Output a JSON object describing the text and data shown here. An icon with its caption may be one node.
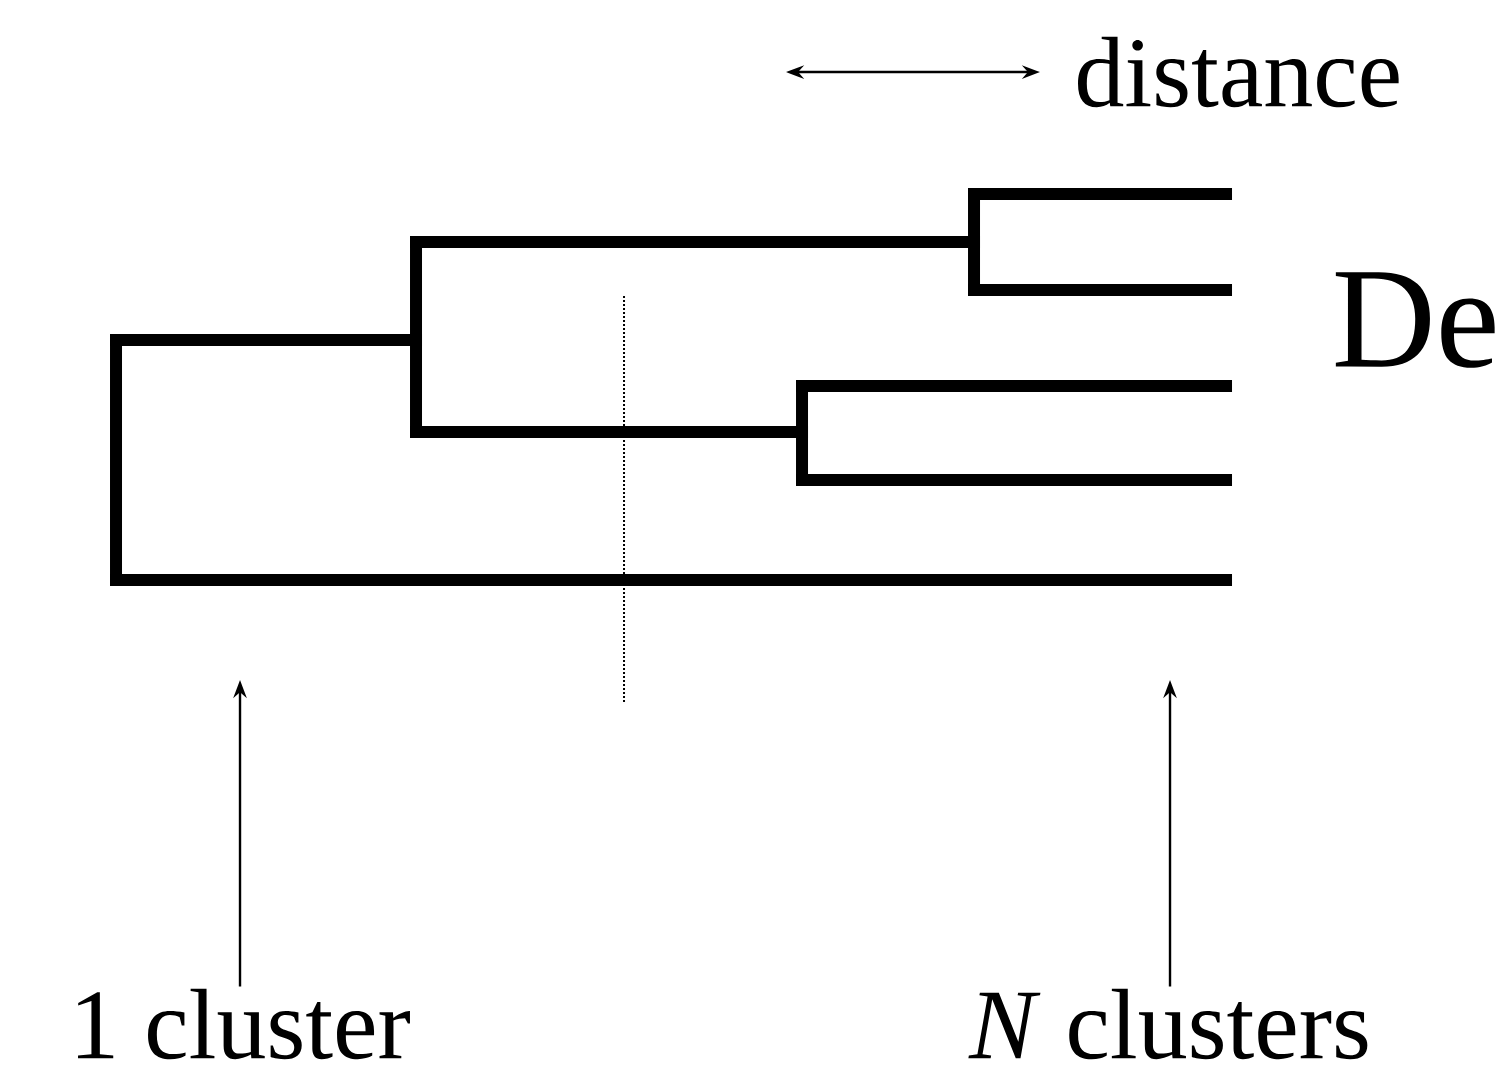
{
  "diagram": {
    "nodes": [
      {
        "text": [
          "1 cluster"
        ]
      },
      {
        "text": [
          "*N* clusters"
        ]
      }
    ],
    "edges": [
      {
        "from": 0,
        "to": null,
        "arrow": "to"
      },
      {
        "from": 1,
        "to": null,
        "arrow": "to"
      }
    ],
    "labels": [
      "distance",
      "De"
    ]
  }
}
